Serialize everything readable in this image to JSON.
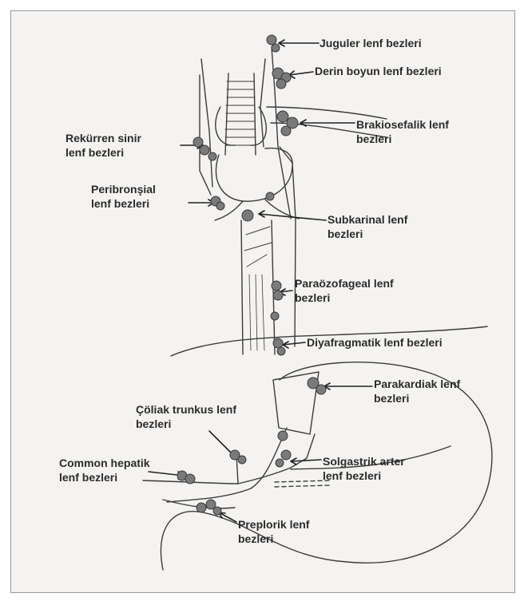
{
  "labels": {
    "juguler": {
      "line1": "Juguler lenf bezleri"
    },
    "derin_boyun": {
      "line1": "Derin boyun lenf bezleri"
    },
    "brakiosefalik": {
      "line1": "Brakiosefalik lenf",
      "line2": "bezleri"
    },
    "rekurren": {
      "line1": "Rekürren sinir",
      "line2": "lenf bezleri"
    },
    "peribronsial": {
      "line1": "Peribronşial",
      "line2": "lenf bezleri"
    },
    "subkarinal": {
      "line1": "Subkarinal lenf",
      "line2": "bezleri"
    },
    "paraozofageal": {
      "line1": "Paraözofageal lenf",
      "line2": "bezleri"
    },
    "diyafragmatik": {
      "line1": "Diyafragmatik lenf bezleri"
    },
    "parakardiak": {
      "line1": "Parakardiak lenf",
      "line2": "bezleri"
    },
    "coliak": {
      "line1": "Çöliak trunkus lenf",
      "line2": "bezleri"
    },
    "common_hepatik": {
      "line1": "Common hepatik",
      "line2": "lenf bezleri"
    },
    "solgastrik": {
      "line1": "Solgastrik arter",
      "line2": "lenf bezleri"
    },
    "preplorik": {
      "line1": "Preplorik lenf",
      "line2": "bezleri"
    }
  }
}
